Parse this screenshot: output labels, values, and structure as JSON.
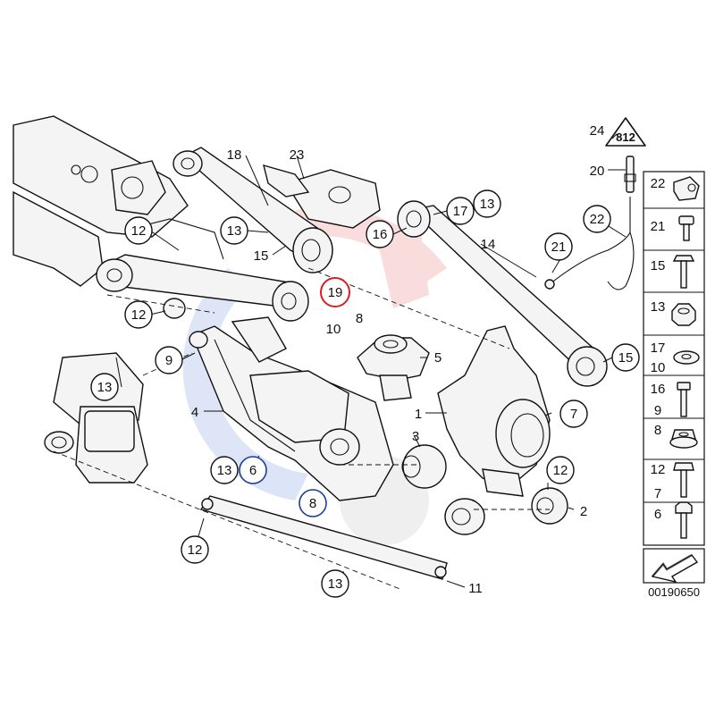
{
  "diagram_id": "00190650",
  "callouts": {
    "c1": "1",
    "c2": "2",
    "c3": "3",
    "c4": "4",
    "c5": "5",
    "c6": "6",
    "c7": "7",
    "c8a": "8",
    "c8b": "8",
    "c9": "9",
    "c10": "10",
    "c11": "11",
    "c12a": "12",
    "c12b": "12",
    "c12c": "12",
    "c12d": "12",
    "c13a": "13",
    "c13b": "13",
    "c13c": "13",
    "c13d": "13",
    "c13e": "13",
    "c14": "14",
    "c15a": "15",
    "c15b": "15",
    "c16": "16",
    "c17": "17",
    "c18": "18",
    "c19": "19",
    "c20": "20",
    "c21": "21",
    "c22": "22",
    "c23": "23",
    "c24": "24"
  },
  "warning_symbol_text": "812",
  "sidebar": {
    "items": [
      {
        "labels": [
          "22"
        ],
        "icon": "cable-clip-icon"
      },
      {
        "labels": [
          "21"
        ],
        "icon": "hex-socket-bolt-icon"
      },
      {
        "labels": [
          "15"
        ],
        "icon": "flange-bolt-icon"
      },
      {
        "labels": [
          "13"
        ],
        "icon": "hex-nut-icon"
      },
      {
        "labels": [
          "17",
          "10"
        ],
        "icon": "washer-icon"
      },
      {
        "labels": [
          "16",
          "9"
        ],
        "icon": "long-bolt-icon"
      },
      {
        "labels": [
          "8"
        ],
        "icon": "flange-nut-icon"
      },
      {
        "labels": [
          "12",
          "7"
        ],
        "icon": "hex-bolt-icon"
      },
      {
        "labels": [
          "6"
        ],
        "icon": "torx-bolt-icon"
      }
    ],
    "arrow_icon": "arrow-down-left-icon"
  },
  "colors": {
    "highlight": "#d32020",
    "watermark_blue": "#2f5bd0",
    "watermark_red": "#e03030",
    "bubble_blue_outline": "#1a3f9a"
  }
}
